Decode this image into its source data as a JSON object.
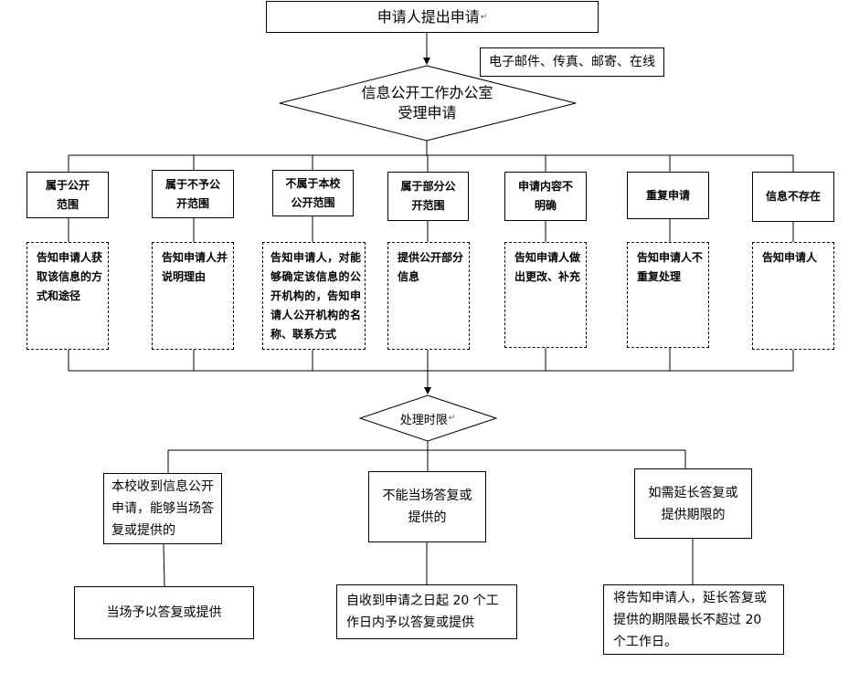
{
  "top_box": "申请人提出申请",
  "channel_box": "电子邮件、传真、邮寄、在线",
  "accept_diamond": {
    "line1": "信息公开工作办公室",
    "line2": "受理申请"
  },
  "categories": [
    {
      "label": "属于公开范围",
      "action": "告知申请人获取该信息的方式和途径"
    },
    {
      "label": "属于不予公开范围",
      "action": "告知申请人并说明理由"
    },
    {
      "label": "不属于本校公开范围",
      "action": "告知申请人，对能够确定该信息的公开机构的，告知申请人公开机构的名称、联系方式"
    },
    {
      "label": "属于部分公开范围",
      "action": "提供公开部分信息"
    },
    {
      "label": "申请内容不明确",
      "action": "告知申请人做出更改、补充"
    },
    {
      "label": "重复申请",
      "action": "告知申请人不重复处理"
    },
    {
      "label": "信息不存在",
      "action": "告知申请人"
    }
  ],
  "time_diamond": "处理时限",
  "branches": [
    {
      "condition": "本校收到信息公开申请，能够当场答复或提供的",
      "result": "当场予以答复或提供"
    },
    {
      "condition": "不能当场答复或提供的",
      "result": "自收到申请之日起 20 个工作日内予以答复或提供"
    },
    {
      "condition": "如需延长答复或提供期限的",
      "result": "将告知申请人，延长答复或提供的期限最长不超过 20 个工作日。"
    }
  ]
}
